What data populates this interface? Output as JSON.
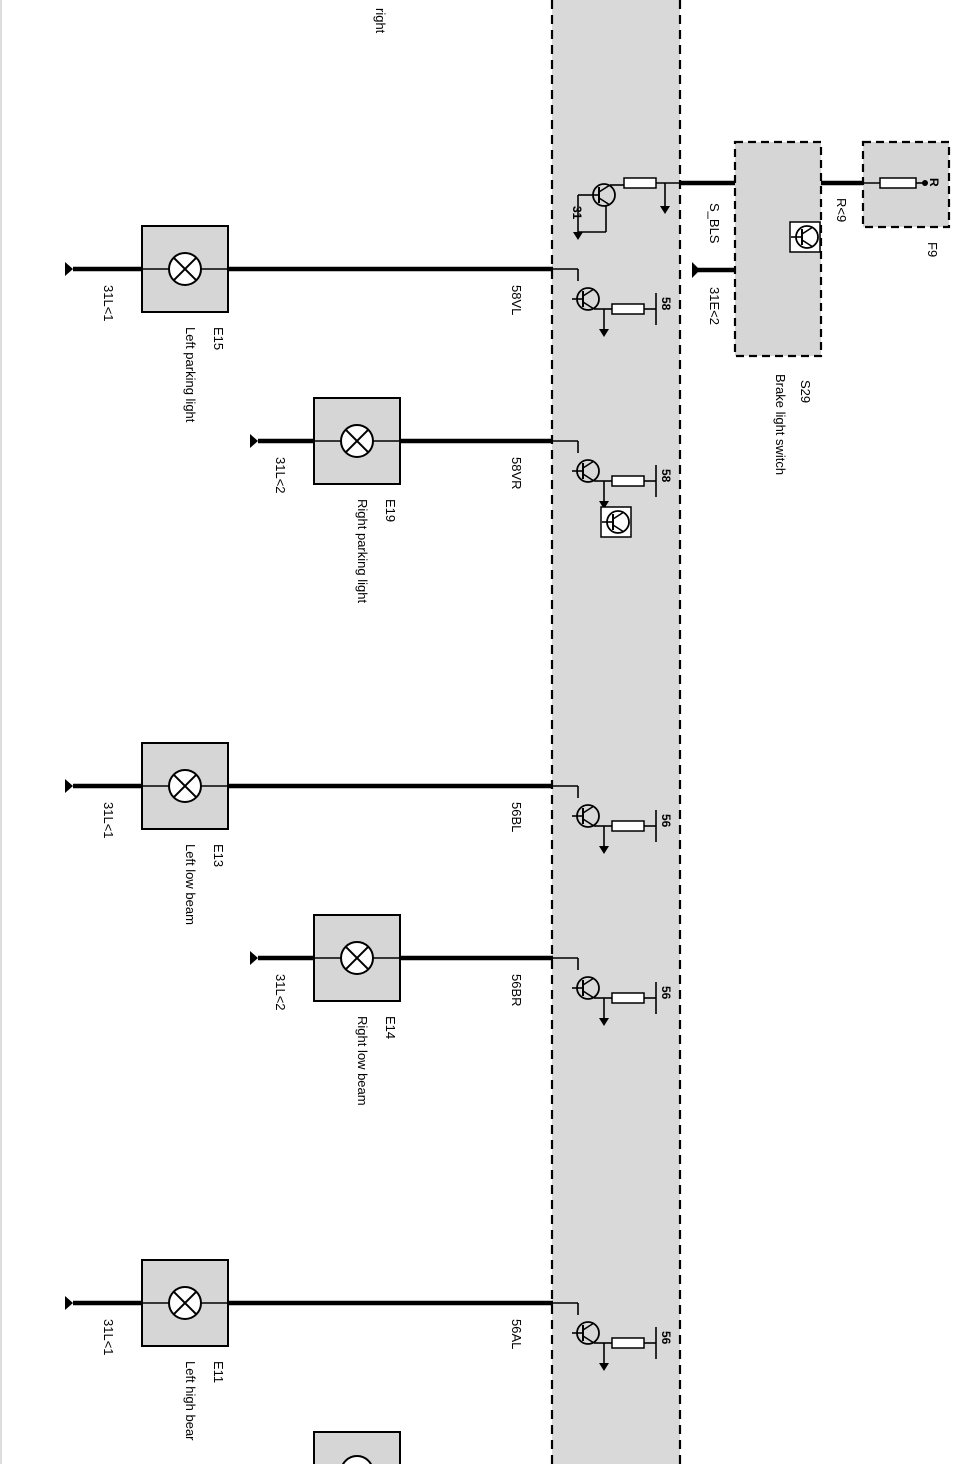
{
  "header": {
    "fragment": "right"
  },
  "lamps": [
    {
      "id": "E15",
      "name": "Left parking light",
      "ground": "31L<1",
      "wire": "58VL",
      "pin": "58"
    },
    {
      "id": "E19",
      "name": "Right parking light",
      "ground": "31L<2",
      "wire": "58VR",
      "pin": "58"
    },
    {
      "id": "E13",
      "name": "Left low beam",
      "ground": "31L<1",
      "wire": "56BL",
      "pin": "56"
    },
    {
      "id": "E14",
      "name": "Right low beam",
      "ground": "31L<2",
      "wire": "56BR",
      "pin": "56"
    },
    {
      "id": "E11",
      "name": "Left high bear",
      "ground": "31L<1",
      "wire": "56AL",
      "pin": "56"
    }
  ],
  "module_top": {
    "pin": "31"
  },
  "switch": {
    "id": "S29",
    "name": "Brake light switch",
    "signal": "S_BLS",
    "ground": "31E<2",
    "supply": "R<9"
  },
  "fuse": {
    "id": "F9",
    "terminal": "R"
  },
  "colors": {
    "module_fill": "#d9d9d9",
    "lamp_fill": "#d6d6d6",
    "wire": "#000000"
  }
}
